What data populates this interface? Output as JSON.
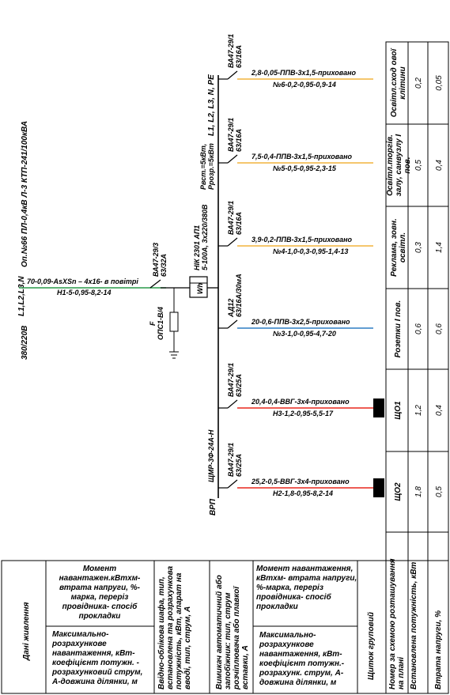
{
  "supply": {
    "source": "Оп.№66 ПЛ-0,4кВ Л-3 КТП-241/100кВА",
    "phases": "L1,L2,L3,N",
    "voltage": "380/220В"
  },
  "service_line": {
    "cable": "70-0,09-AsXSn – 4х16- в повітрі",
    "calc": "Н1-5-0,95-8,2-14"
  },
  "input": {
    "breaker_type": "ВА47-29/3",
    "breaker_rating": "63/32А",
    "arrester_code": "F",
    "arrester_type": "ОПС1-В/4",
    "meter_type": "НІК 2301 АП1",
    "meter_spec": "5-100А, 3х220/380В",
    "meter_symbol": "Wh"
  },
  "panel": {
    "name": "ЩМР-3Ф-24А-Н",
    "vrp": "ВРП",
    "bus": "L1, L2, L3, N, PE",
    "p_inst": "Рвст.=5кВт,",
    "p_calc": "Ррозр.=5кВт"
  },
  "groups": [
    {
      "breaker_type": "ВА47-29/1",
      "breaker_rating": "63/25А",
      "cable": "25,2-0,5-ВВГ-3х4-приховано",
      "calc": "Н2-1,8-0,95-8,2-14",
      "color": "#e8261c",
      "board": "ЩО2",
      "p_inst": "1,8",
      "du": "0,5"
    },
    {
      "breaker_type": "ВА47-29/1",
      "breaker_rating": "63/25А",
      "cable": "20,4-0,4-ВВГ-3х4-приховано",
      "calc": "Н3-1,2-0,95-5,5-17",
      "color": "#e8261c",
      "board": "ЩО1",
      "p_inst": "1,2",
      "du": "0,4"
    },
    {
      "breaker_type": "АД12",
      "breaker_rating": "63/16А/30мА",
      "cable": "20-0,6-ППВ-3х2,5-приховано",
      "calc": "№3-1,0-0,95-4,7-20",
      "color": "#2e7dc4",
      "board": "Розетки І пов.",
      "p_inst": "0,6",
      "du": "0,6"
    },
    {
      "breaker_type": "ВА47-29/1",
      "breaker_rating": "63/16А",
      "cable": "3,9-0,2-ППВ-3х1,5-приховано",
      "calc": "№4-1,0-0,3-0,95-1,4-13",
      "color": "#f2b33d",
      "board": "Реклама, зовн. освітл.",
      "p_inst": "0,3",
      "du": "1,4"
    },
    {
      "breaker_type": "ВА47-29/1",
      "breaker_rating": "63/16А",
      "cable": "7,5-0,4-ППВ-3х1,5-приховано",
      "calc": "№5-0,5-0,95-2,3-15",
      "color": "#f2b33d",
      "board": "Освітл.торгів. залу, санвузлу І пов.",
      "p_inst": "0,5",
      "du": "0,4"
    },
    {
      "breaker_type": "ВА47-29/1",
      "breaker_rating": "63/16А",
      "cable": "2,8-0,05-ППВ-3х1,5-приховано",
      "calc": "№6-0,2-0,95-0,9-14",
      "color": "#f2b33d",
      "board": "Освітл.сход ової клітини",
      "p_inst": "0,2",
      "du": "0,05"
    }
  ],
  "table": {
    "left_header": "Дані живлення",
    "moment_top": "Момент навантажен.кВтхм- втрата напруги, %- марка, переріз провідника- спосіб прокладки",
    "max_load_top": "Максимально- розрахункове навантаження, кВт- коефіцієнт потужн. - розрахунковий струм, А-довжина ділянки, м",
    "input_cabinet": "Ввідно-облікова шафа, тип, встановлена та розрахункова потужність, кВт, апарат на вводі, тип, струм, А",
    "breaker_col": "Вимикач автоматичний або запобіжник: тип, струм розчіплювача або плавкої вставки, А",
    "moment_bottom": "Момент навантаження, кВтхм- втрата напруги, %-марка, переріз провідника- спосіб прокладки",
    "max_load_bottom": "Максимально- розрахункове навантаження, кВт- коефіцієнт потужн.- розрахунк. струм, А- довжина ділянки, м",
    "group_board": "Щиток груповий",
    "row_number": "Номер за схемою розташування на плані",
    "row_power": "Встановлена потужність, кВт",
    "row_loss": "Втрата напруги, %"
  }
}
